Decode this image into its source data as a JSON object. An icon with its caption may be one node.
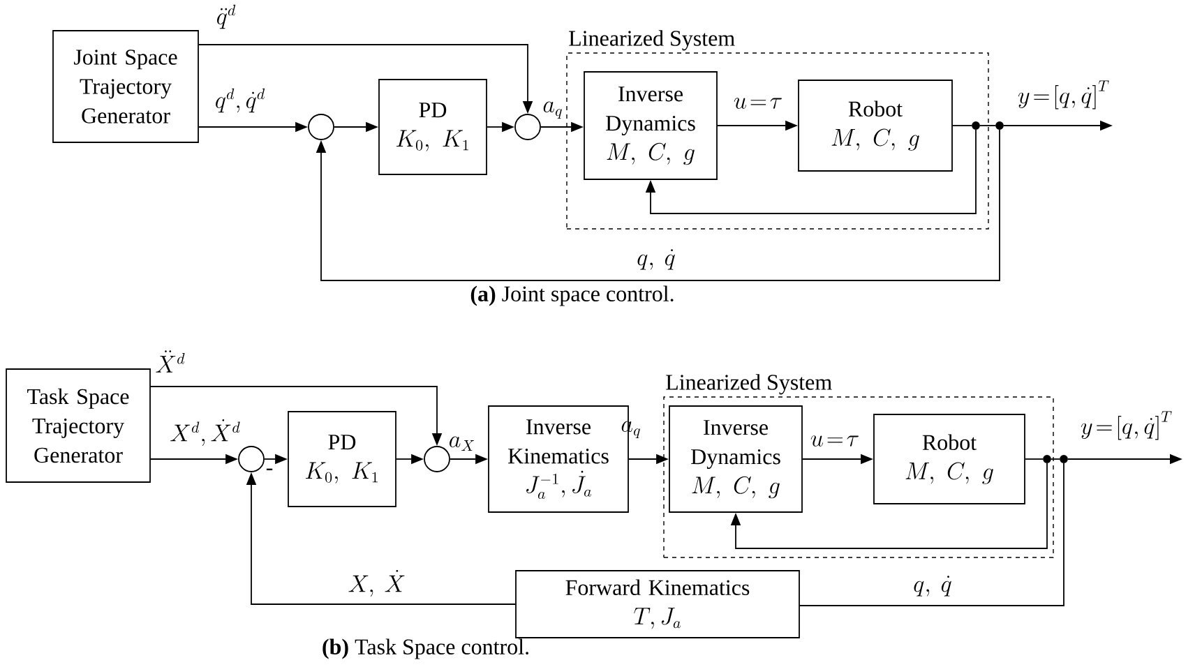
{
  "diagram": {
    "nodes": [
      {
        "text": [
          "Joint Space Trajectory Generator"
        ]
      },
      {
        "text": [],
        "shape": "circle"
      },
      {
        "text": [
          "PD",
          "K_0,\\ K_1"
        ]
      },
      {
        "text": [],
        "shape": "circle"
      },
      {
        "text": [
          "Linearized System"
        ]
      },
      {
        "text": [
          "Inverse Dynamics",
          "M,\\ C,\\ g"
        ],
        "in": 4
      },
      {
        "text": [
          "Robot",
          "M,\\ C,\\ g"
        ],
        "in": 4
      },
      {
        "text": [
          "Task Space Trajectory Generator"
        ]
      },
      {
        "text": [],
        "shape": "circle"
      },
      {
        "text": [
          "PD",
          "K_0,\\ K_1"
        ]
      },
      {
        "text": [],
        "shape": "circle"
      },
      {
        "text": [
          "Inverse Kinematics",
          "J_a^{-1},\\dot{J}_a"
        ]
      },
      {
        "text": [
          "Linearized System"
        ]
      },
      {
        "text": [
          "Inverse Dynamics",
          "M,\\ C,\\ g"
        ],
        "in": 12
      },
      {
        "text": [
          "Robot",
          "M,\\ C,\\ g"
        ],
        "in": 12
      },
      {
        "text": [
          "Forward Kinematics",
          "T,J_a"
        ]
      },
      {
        "text": [],
        "shape": "dot",
        "in": 4
      },
      {
        "text": [],
        "shape": "dot"
      },
      {
        "text": [],
        "shape": "dot",
        "in": 12
      },
      {
        "text": [],
        "shape": "dot"
      }
    ],
    "edges": [
      {
        "from": 0,
        "to": 3,
        "arrow": "to",
        "label": "\\ddot{q}^d"
      },
      {
        "from": 0,
        "to": 1,
        "arrow": "to",
        "label": "q^d,\\dot{q}^d"
      },
      {
        "from": 1,
        "to": 2,
        "arrow": "to"
      },
      {
        "from": 2,
        "to": 3,
        "arrow": "to"
      },
      {
        "from": 3,
        "to": 5,
        "arrow": "to",
        "label": "a_q"
      },
      {
        "from": 5,
        "to": 6,
        "arrow": "to",
        "label": "u\\!=\\!\\tau"
      },
      {
        "from": 6,
        "to": 16,
        "arrow": "none"
      },
      {
        "from": 16,
        "to": 5,
        "arrow": "to"
      },
      {
        "from": 16,
        "to": 17,
        "arrow": "none"
      },
      {
        "from": 17,
        "to": 1,
        "arrow": "to",
        "label": "q,\\ \\dot{q}"
      },
      {
        "from": 17,
        "to": null,
        "arrow": "to",
        "label": "y\\!=\\!\\left[q,\\dot{q}\\right]^T"
      },
      {
        "from": 7,
        "to": 10,
        "arrow": "to",
        "label": "\\ddot{X}^d"
      },
      {
        "from": 7,
        "to": 8,
        "arrow": "to",
        "label": "X^d,\\dot{X}^d"
      },
      {
        "from": 8,
        "to": 9,
        "arrow": "to"
      },
      {
        "from": 9,
        "to": 10,
        "arrow": "to"
      },
      {
        "from": 10,
        "to": 11,
        "arrow": "to",
        "label": "a_X"
      },
      {
        "from": 11,
        "to": 13,
        "arrow": "to",
        "label": "a_q"
      },
      {
        "from": 13,
        "to": 14,
        "arrow": "to",
        "label": "u\\!=\\!\\tau"
      },
      {
        "from": 14,
        "to": 18,
        "arrow": "none"
      },
      {
        "from": 18,
        "to": 13,
        "arrow": "to"
      },
      {
        "from": 18,
        "to": 19,
        "arrow": "none"
      },
      {
        "from": 19,
        "to": 15,
        "arrow": "none",
        "label": "q,\\ \\dot{q}"
      },
      {
        "from": 15,
        "to": 8,
        "arrow": "to",
        "label": "X,\\ \\dot{X}"
      },
      {
        "from": 19,
        "to": null,
        "arrow": "to",
        "label": "y\\!=\\!\\left[q,\\dot{q}\\right]^T"
      }
    ],
    "labels": [
      "**(a)** Joint space control.",
      "-",
      "**(b)** Task Space control."
    ]
  }
}
